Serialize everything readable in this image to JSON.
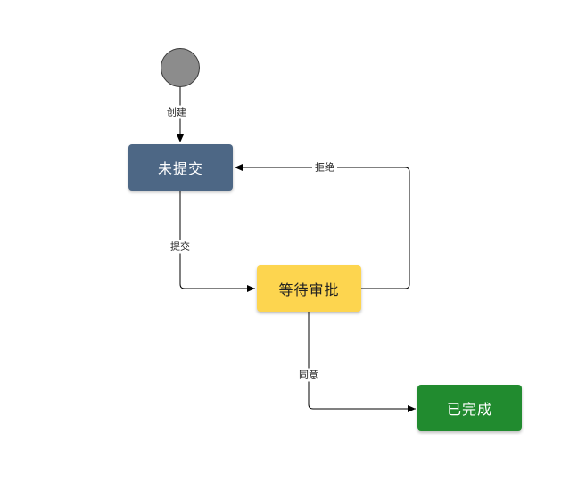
{
  "diagram": {
    "nodes": {
      "start": {
        "shape": "circle",
        "color": "#8c8c8c"
      },
      "unsubmitted": {
        "label": "未提交",
        "color": "#4d6785"
      },
      "pending_approval": {
        "label": "等待审批",
        "color": "#fdd54f"
      },
      "completed": {
        "label": "已完成",
        "color": "#218b2f"
      }
    },
    "edges": {
      "create": {
        "from": "start",
        "to": "unsubmitted",
        "label": "创建"
      },
      "submit": {
        "from": "unsubmitted",
        "to": "pending_approval",
        "label": "提交"
      },
      "reject": {
        "from": "pending_approval",
        "to": "unsubmitted",
        "label": "拒绝"
      },
      "approve": {
        "from": "pending_approval",
        "to": "completed",
        "label": "同意"
      }
    }
  }
}
